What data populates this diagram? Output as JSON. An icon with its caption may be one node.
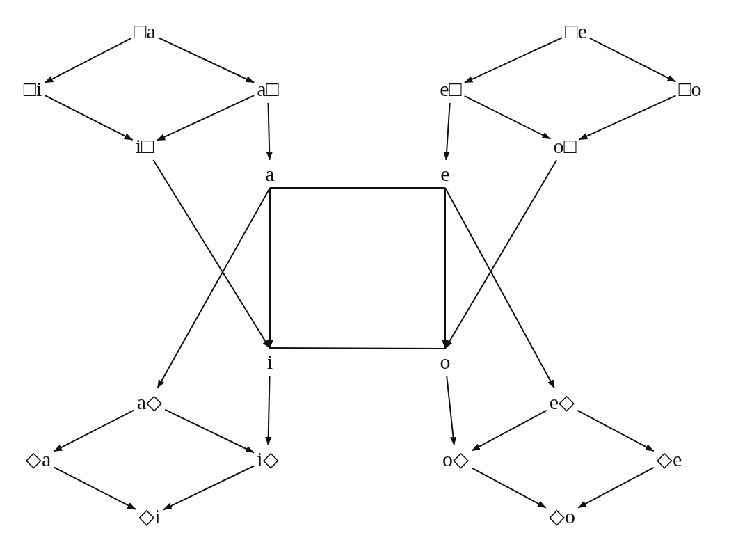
{
  "diagram": {
    "nodes": [
      {
        "text": [
          "□a"
        ]
      },
      {
        "text": [
          "□e"
        ]
      },
      {
        "text": [
          "□i"
        ]
      },
      {
        "text": [
          "a□"
        ]
      },
      {
        "text": [
          "e□"
        ]
      },
      {
        "text": [
          "□o"
        ]
      },
      {
        "text": [
          "i□"
        ]
      },
      {
        "text": [
          "o□"
        ]
      },
      {
        "text": [
          "a"
        ]
      },
      {
        "text": [
          "e"
        ]
      },
      {
        "text": [
          "i"
        ]
      },
      {
        "text": [
          "o"
        ]
      },
      {
        "text": [
          "a◇"
        ]
      },
      {
        "text": [
          "e◇"
        ]
      },
      {
        "text": [
          "◇a"
        ]
      },
      {
        "text": [
          "i◇"
        ]
      },
      {
        "text": [
          "o◇"
        ]
      },
      {
        "text": [
          "◇e"
        ]
      },
      {
        "text": [
          "◇i"
        ]
      },
      {
        "text": [
          "◇o"
        ]
      }
    ],
    "edges": [
      {
        "from": 0,
        "to": 2,
        "arrow": "to"
      },
      {
        "from": 0,
        "to": 3,
        "arrow": "to"
      },
      {
        "from": 2,
        "to": 6,
        "arrow": "to"
      },
      {
        "from": 3,
        "to": 6,
        "arrow": "to"
      },
      {
        "from": 3,
        "to": 8,
        "arrow": "to"
      },
      {
        "from": 1,
        "to": 4,
        "arrow": "to"
      },
      {
        "from": 1,
        "to": 5,
        "arrow": "to"
      },
      {
        "from": 4,
        "to": 7,
        "arrow": "to"
      },
      {
        "from": 5,
        "to": 7,
        "arrow": "to"
      },
      {
        "from": 4,
        "to": 9,
        "arrow": "to"
      },
      {
        "from": 8,
        "to": 9,
        "arrow": "none"
      },
      {
        "from": 10,
        "to": 11,
        "arrow": "none"
      },
      {
        "from": 8,
        "to": 10,
        "arrow": "to"
      },
      {
        "from": 9,
        "to": 11,
        "arrow": "to"
      },
      {
        "from": 6,
        "to": 10,
        "arrow": "to"
      },
      {
        "from": 7,
        "to": 11,
        "arrow": "to"
      },
      {
        "from": 8,
        "to": 12,
        "arrow": "to"
      },
      {
        "from": 9,
        "to": 13,
        "arrow": "to"
      },
      {
        "from": 10,
        "to": 15,
        "arrow": "to"
      },
      {
        "from": 11,
        "to": 16,
        "arrow": "to"
      },
      {
        "from": 12,
        "to": 14,
        "arrow": "to"
      },
      {
        "from": 12,
        "to": 15,
        "arrow": "to"
      },
      {
        "from": 14,
        "to": 18,
        "arrow": "to"
      },
      {
        "from": 15,
        "to": 18,
        "arrow": "to"
      },
      {
        "from": 13,
        "to": 16,
        "arrow": "to"
      },
      {
        "from": 13,
        "to": 17,
        "arrow": "to"
      },
      {
        "from": 16,
        "to": 19,
        "arrow": "to"
      },
      {
        "from": 17,
        "to": 19,
        "arrow": "to"
      }
    ]
  }
}
